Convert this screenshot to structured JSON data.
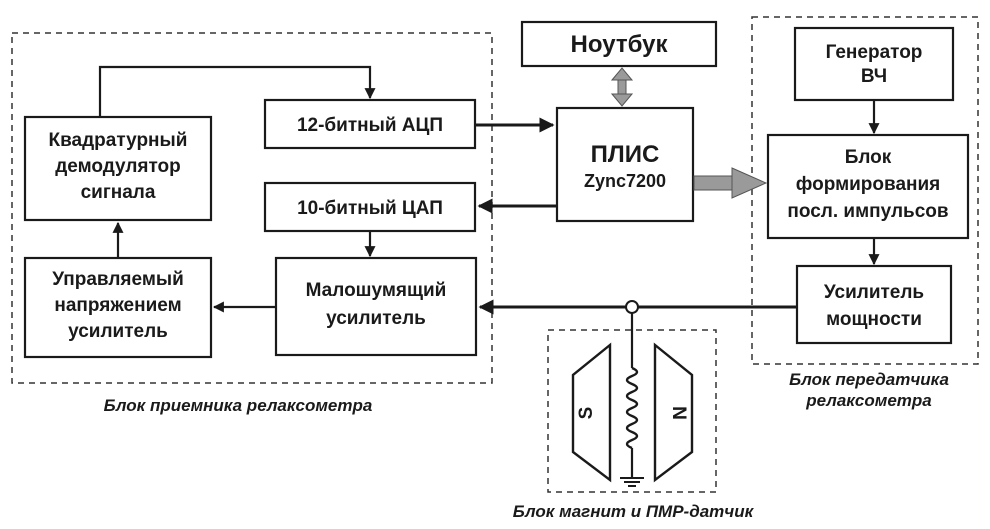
{
  "groups": {
    "receiver": "Блок приемника релаксометра",
    "transmitter_line1": "Блок передатчика",
    "transmitter_line2": "релаксометра",
    "magnet": "Блок магнит и ПМР-датчик"
  },
  "blocks": {
    "notebook": "Ноутбук",
    "generator_line1": "Генератор",
    "generator_line2": "ВЧ",
    "demod_line1": "Квадратурный",
    "demod_line2": "демодулятор",
    "demod_line3": "сигнала",
    "adc": "12-битный АЦП",
    "dac": "10-битный ЦАП",
    "fpga_line1": "ПЛИС",
    "fpga_line2": "Zync7200",
    "former_line1": "Блок",
    "former_line2": "формирования",
    "former_line3": "посл. импульсов",
    "vga_line1": "Управляемый",
    "vga_line2": "напряжением",
    "vga_line3": "усилитель",
    "lna_line1": "Малошумящий",
    "lna_line2": "усилитель",
    "pa_line1": "Усилитель",
    "pa_line2": "мощности"
  },
  "magnet": {
    "pole_south": "S",
    "pole_north": "N"
  },
  "colors": {
    "line": "#1a1a1a",
    "bus_arrow": "#9a9a9a",
    "dashed_border": "#333333"
  }
}
